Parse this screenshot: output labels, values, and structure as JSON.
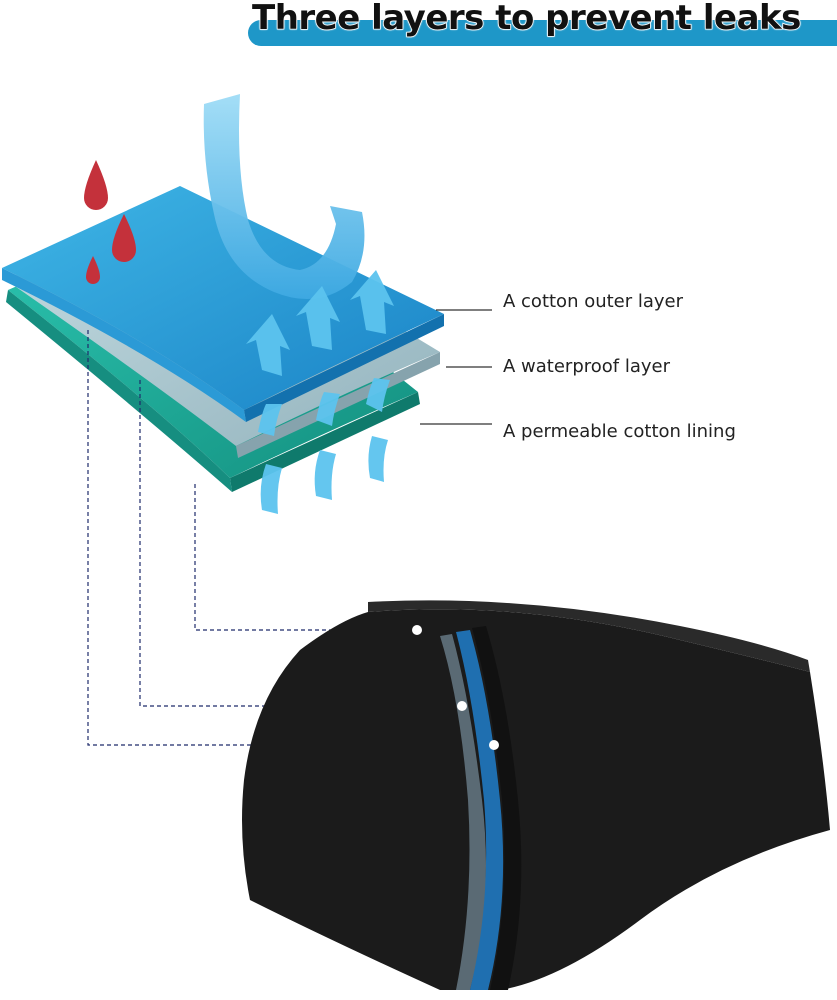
{
  "title": "Three layers to prevent leaks",
  "layers": [
    {
      "label": "A cotton outer layer",
      "color": "#1a8fd0"
    },
    {
      "label": "A waterproof layer",
      "color": "#a9c4cc"
    },
    {
      "label": "A permeable cotton lining",
      "color": "#1c9f8f"
    }
  ],
  "colors": {
    "title_bar": "#1e97c8",
    "drops": "#c4313b",
    "arrows": "#5cc4ef",
    "garment": "#1b1b1b",
    "garment_stripe": "#1f6fb0"
  }
}
